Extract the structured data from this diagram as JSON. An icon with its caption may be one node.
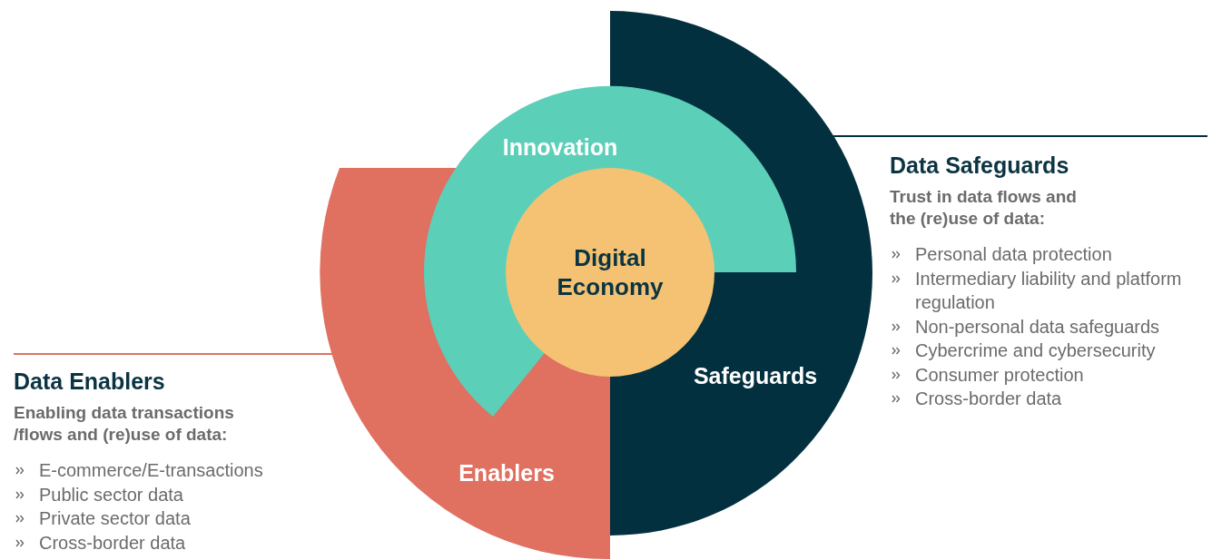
{
  "diagram": {
    "nodes": [
      {
        "text": [
          "Safeguards"
        ]
      },
      {
        "text": [
          "Enablers"
        ]
      },
      {
        "text": [
          "Innovation"
        ]
      },
      {
        "text": [
          "Digital Economy"
        ]
      },
      {
        "text": [
          "Data Safeguards",
          "Trust in data flows and the (re)use of data:",
          "Personal data protection",
          "Intermediary liability and platform regulation",
          "Non-personal data safeguards",
          "Cybercrime and cybersecurity",
          "Consumer protection",
          "Cross-border data"
        ]
      },
      {
        "text": [
          "Data Enablers",
          "Enabling data transactions /flows and (re)use of data:",
          "E-commerce/E-transactions",
          "Public sector data",
          "Private sector data",
          "Cross-border data"
        ]
      }
    ],
    "edges": [
      {
        "from": 0,
        "to": 4,
        "arrow": "none",
        "color": "#03303f"
      },
      {
        "from": 1,
        "to": 5,
        "arrow": "none",
        "color": "#e07060"
      }
    ]
  }
}
